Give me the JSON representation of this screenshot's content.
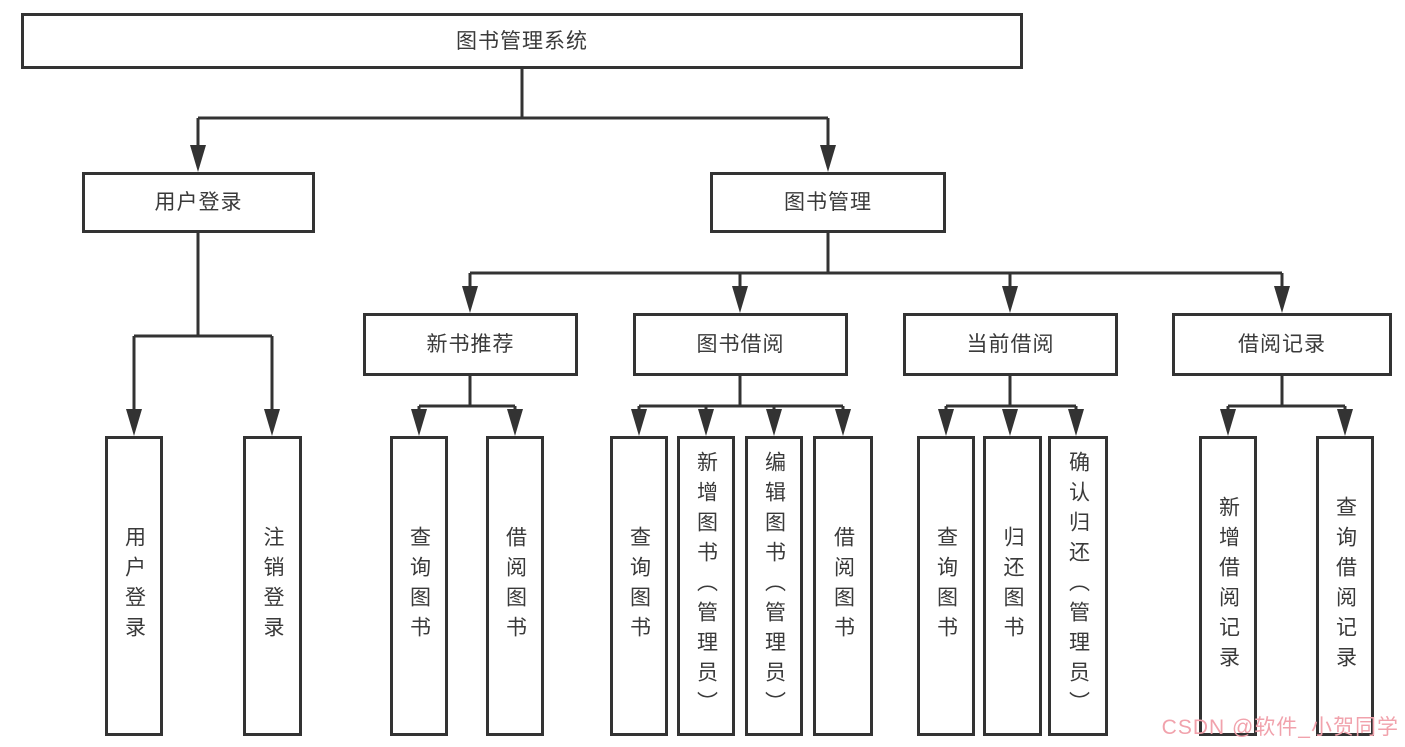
{
  "tree": {
    "root": {
      "label": "图书管理系统"
    },
    "branches": [
      {
        "label": "用户登录",
        "children": [
          {
            "label": "用户登录"
          },
          {
            "label": "注销登录"
          }
        ]
      },
      {
        "label": "图书管理",
        "children": [
          {
            "label": "新书推荐",
            "children": [
              {
                "label": "查询图书"
              },
              {
                "label": "借阅图书"
              }
            ]
          },
          {
            "label": "图书借阅",
            "children": [
              {
                "label": "查询图书"
              },
              {
                "label": "新增图书（管理员）"
              },
              {
                "label": "编辑图书（管理员）"
              },
              {
                "label": "借阅图书"
              }
            ]
          },
          {
            "label": "当前借阅",
            "children": [
              {
                "label": "查询图书"
              },
              {
                "label": "归还图书"
              },
              {
                "label": "确认归还（管理员）"
              }
            ]
          },
          {
            "label": "借阅记录",
            "children": [
              {
                "label": "新增借阅记录"
              },
              {
                "label": "查询借阅记录"
              }
            ]
          }
        ]
      }
    ]
  },
  "watermark": {
    "text": "CSDN @软件_小贺同学",
    "color": "#f1a2ac"
  },
  "colors": {
    "line": "#333333",
    "box_border": "#333333",
    "text": "#3a3a3a",
    "background": "#ffffff"
  }
}
